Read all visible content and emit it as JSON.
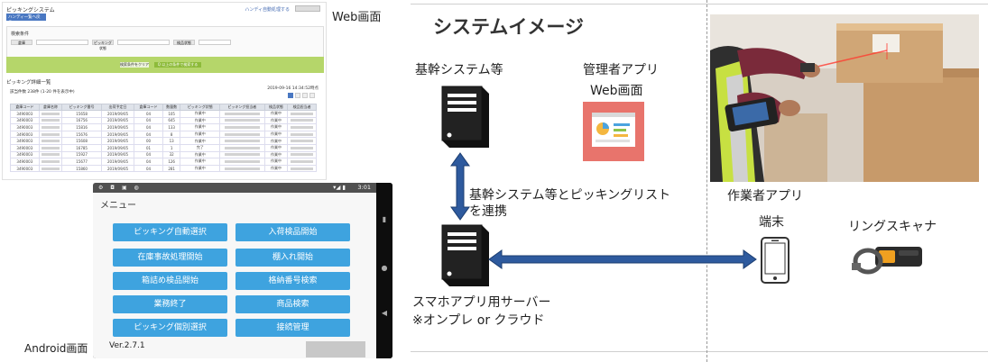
{
  "web_screen": {
    "title": "ピッキングシステム",
    "top_right": "ハンディ自動処理する",
    "tab": "ハンディ一覧へ戻る",
    "search_title": "検索条件",
    "filters": [
      "倉庫",
      "ピッキング状態",
      "検品状態"
    ],
    "clear_btn": "検索条件をクリア",
    "search_btn": "Q 以上の条件で検索する",
    "list_title": "ピッキング詳細一覧",
    "meta": "該当件数 238件 (1-20 件を表示中)",
    "timestamp": "2019-09-16 14:34:52時点",
    "columns": [
      "倉庫コード",
      "倉庫名称",
      "ピッキング番号",
      "出荷予定日",
      "倉庫コード",
      "数量数",
      "ピッキング状態",
      "ピッキング担当者",
      "検品状態",
      "検品担当者"
    ],
    "rows": [
      [
        "3490003",
        "",
        "15658",
        "2019/09/05",
        "04",
        "105",
        "作業中",
        "",
        "作業中",
        ""
      ],
      [
        "3490003",
        "",
        "16756",
        "2019/09/05",
        "04",
        "645",
        "作業中",
        "",
        "作業中",
        ""
      ],
      [
        "3490003",
        "",
        "15816",
        "2019/09/05",
        "04",
        "133",
        "作業中",
        "",
        "作業中",
        ""
      ],
      [
        "3490003",
        "",
        "15676",
        "2019/09/05",
        "04",
        "8",
        "作業中",
        "",
        "作業中",
        ""
      ],
      [
        "3490003",
        "",
        "15608",
        "2019/09/05",
        "00",
        "13",
        "作業中",
        "",
        "作業中",
        ""
      ],
      [
        "3490003",
        "",
        "16785",
        "2019/09/05",
        "01",
        "1",
        "完了",
        "",
        "作業中",
        ""
      ],
      [
        "3490003",
        "",
        "15927",
        "2019/09/05",
        "04",
        "32",
        "作業中",
        "",
        "作業中",
        ""
      ],
      [
        "3490003",
        "",
        "15677",
        "2019/09/05",
        "04",
        "126",
        "作業中",
        "",
        "作業中",
        ""
      ],
      [
        "3490003",
        "",
        "15860",
        "2019/09/05",
        "04",
        "281",
        "作業中",
        "",
        "作業中",
        ""
      ]
    ]
  },
  "web_caption": "Web画面",
  "android": {
    "time": "3:01",
    "menu_title": "メニュー",
    "buttons_left": [
      "ピッキング自動選択",
      "在庫事故処理開始",
      "箱詰め検品開始",
      "業務終了",
      "ピッキング個別選択"
    ],
    "buttons_right": [
      "入荷検品開始",
      "棚入れ開始",
      "格納番号検索",
      "商品検索",
      "接続管理"
    ],
    "version": "Ver.2.7.1"
  },
  "android_caption": "Android画面",
  "diagram": {
    "title": "システムイメージ",
    "core_system": "基幹システム等",
    "admin_app": "管理者アプリ",
    "admin_sub": "Web画面",
    "link_line1": "基幹システム等とピッキングリスト",
    "link_line2": "を連携",
    "server_line1": "スマホアプリ用サーバー",
    "server_line2": "※オンプレ or クラウド",
    "worker_app": "作業者アプリ",
    "terminal": "端末",
    "ring_scanner": "リングスキャナ"
  },
  "colors": {
    "accent_blue": "#3ea3df",
    "arrow_blue": "#2e5a9e",
    "web_green": "#b5d66a",
    "admin_icon": "#e8746c"
  }
}
